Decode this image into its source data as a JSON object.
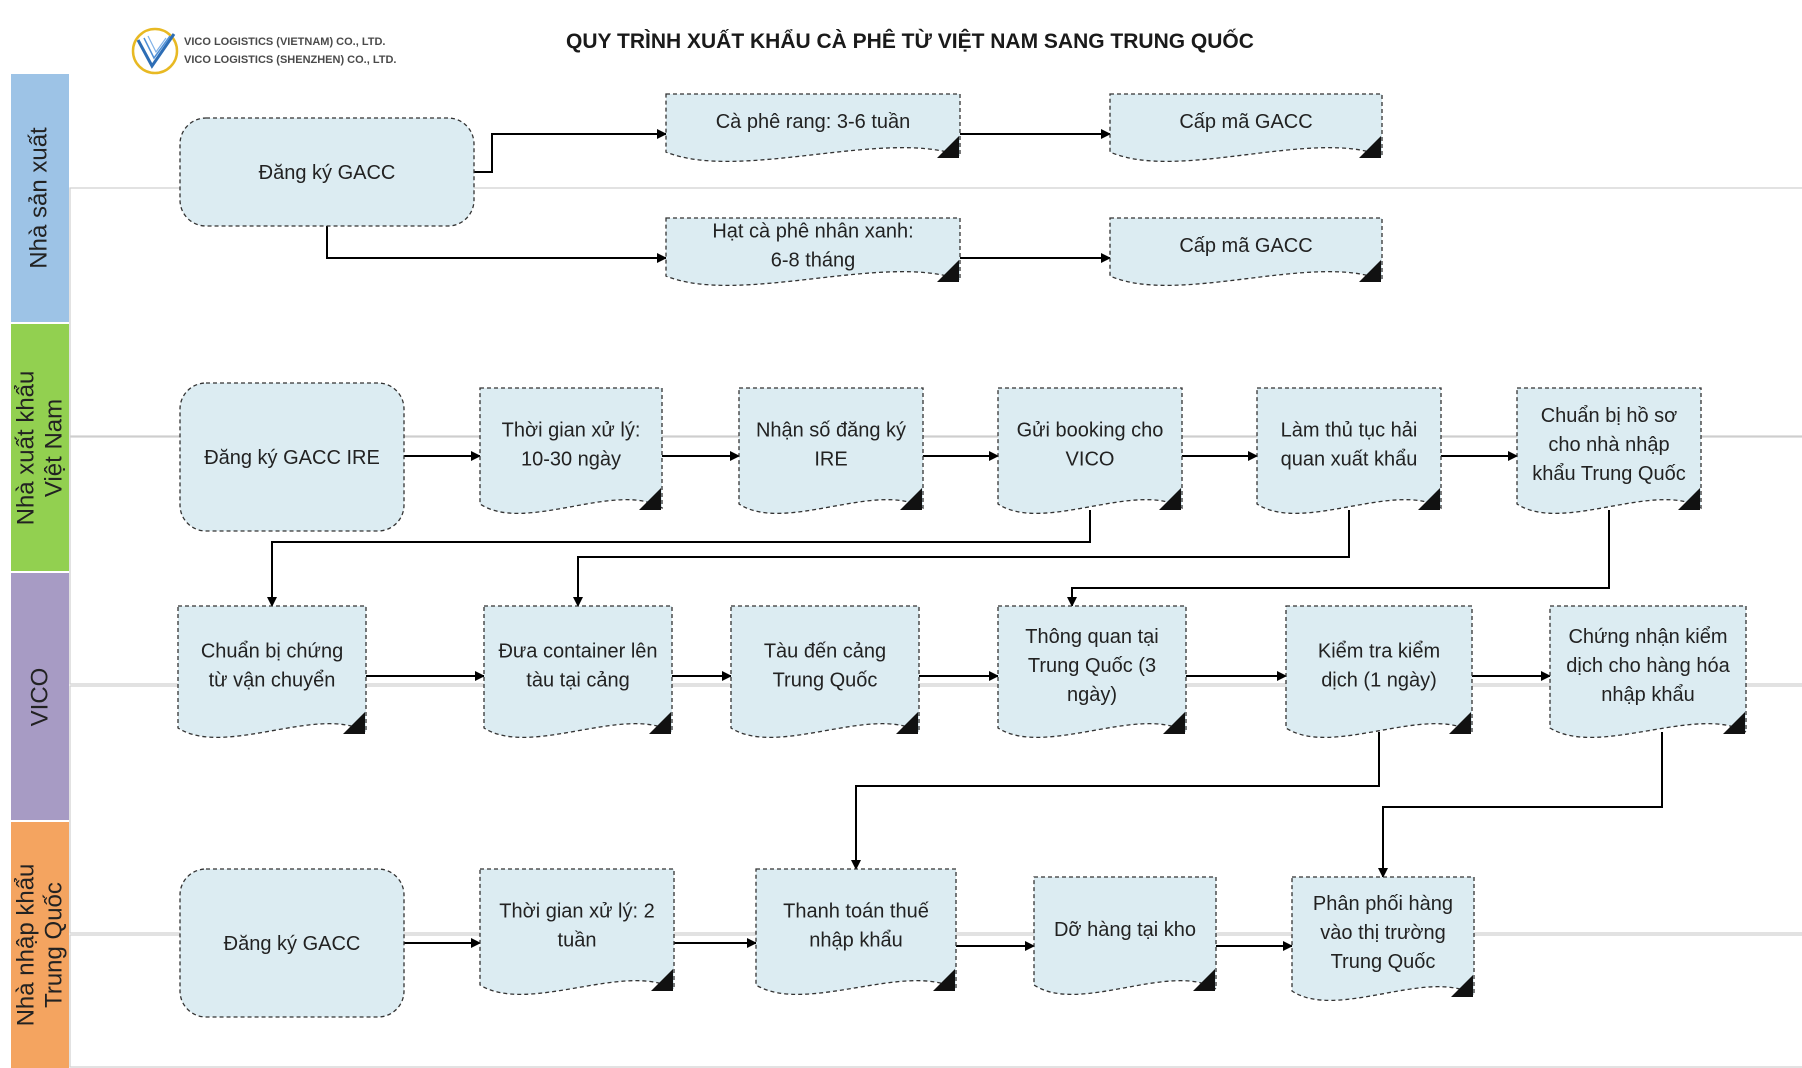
{
  "header": {
    "title": "QUY TRÌNH XUẤT KHẨU CÀ PHÊ TỪ VIỆT NAM SANG TRUNG QUỐC",
    "logo_line1": "VICO LOGISTICS (VIETNAM) CO., LTD.",
    "logo_line2": "VICO LOGISTICS (SHENZHEN) CO., LTD."
  },
  "colors": {
    "node_fill": "#dcecf2",
    "node_stroke": "#333333",
    "lane_border": "#cfcfcf",
    "lane_producer": "#9dc3e6",
    "lane_exporter": "#92d050",
    "lane_vico": "#a79bc4",
    "lane_importer": "#f4a460"
  },
  "lanes": [
    {
      "id": "producer",
      "label": "Nhà sản xuất",
      "color": "#9dc3e6"
    },
    {
      "id": "exporter",
      "label": "Nhà xuất khẩu\nViệt Nam",
      "color": "#92d050"
    },
    {
      "id": "vico",
      "label": "VICO",
      "color": "#a79bc4"
    },
    {
      "id": "importer",
      "label": "Nhà nhập khẩu\nTrung Quốc",
      "color": "#f4a460"
    }
  ],
  "nodes": [
    {
      "id": "p_reg",
      "lane": "producer",
      "shape": "process",
      "lines": [
        "Đăng ký GACC"
      ]
    },
    {
      "id": "p_roast",
      "lane": "producer",
      "shape": "document",
      "lines": [
        "Cà phê rang: 3-6 tuần"
      ]
    },
    {
      "id": "p_code1",
      "lane": "producer",
      "shape": "document",
      "lines": [
        "Cấp mã GACC"
      ]
    },
    {
      "id": "p_green",
      "lane": "producer",
      "shape": "document",
      "lines": [
        "Hạt cà phê nhân xanh:",
        "6-8 tháng"
      ]
    },
    {
      "id": "p_code2",
      "lane": "producer",
      "shape": "document",
      "lines": [
        "Cấp mã GACC"
      ]
    },
    {
      "id": "e_reg",
      "lane": "exporter",
      "shape": "process",
      "lines": [
        "Đăng ký GACC IRE"
      ]
    },
    {
      "id": "e_time",
      "lane": "exporter",
      "shape": "document",
      "lines": [
        "Thời gian xử lý:",
        "10-30 ngày"
      ]
    },
    {
      "id": "e_ire",
      "lane": "exporter",
      "shape": "document",
      "lines": [
        "Nhận số đăng ký",
        "IRE"
      ]
    },
    {
      "id": "e_booking",
      "lane": "exporter",
      "shape": "document",
      "lines": [
        "Gửi booking cho",
        "VICO"
      ]
    },
    {
      "id": "e_customs",
      "lane": "exporter",
      "shape": "document",
      "lines": [
        "Làm thủ tục hải",
        "quan xuất khẩu"
      ]
    },
    {
      "id": "e_docs",
      "lane": "exporter",
      "shape": "document",
      "lines": [
        "Chuẩn bị hồ sơ",
        "cho nhà nhập",
        "khẩu Trung Quốc"
      ]
    },
    {
      "id": "v_docs",
      "lane": "vico",
      "shape": "document",
      "lines": [
        "Chuẩn bị chứng",
        "từ vận chuyển"
      ]
    },
    {
      "id": "v_load",
      "lane": "vico",
      "shape": "document",
      "lines": [
        "Đưa container lên",
        "tàu tại cảng"
      ]
    },
    {
      "id": "v_ship",
      "lane": "vico",
      "shape": "document",
      "lines": [
        "Tàu đến cảng",
        "Trung Quốc"
      ]
    },
    {
      "id": "v_clear",
      "lane": "vico",
      "shape": "document",
      "lines": [
        "Thông quan tại",
        "Trung Quốc (3",
        "ngày)"
      ]
    },
    {
      "id": "v_inspect",
      "lane": "vico",
      "shape": "document",
      "lines": [
        "Kiểm tra kiểm",
        "dịch (1 ngày)"
      ]
    },
    {
      "id": "v_cert",
      "lane": "vico",
      "shape": "document",
      "lines": [
        "Chứng nhận kiểm",
        "dịch cho hàng hóa",
        "nhập khẩu"
      ]
    },
    {
      "id": "i_reg",
      "lane": "importer",
      "shape": "process",
      "lines": [
        "Đăng ký GACC"
      ]
    },
    {
      "id": "i_time",
      "lane": "importer",
      "shape": "document",
      "lines": [
        "Thời gian xử lý: 2",
        "tuần"
      ]
    },
    {
      "id": "i_tax",
      "lane": "importer",
      "shape": "document",
      "lines": [
        "Thanh toán thuế",
        "nhập khẩu"
      ]
    },
    {
      "id": "i_unload",
      "lane": "importer",
      "shape": "document",
      "lines": [
        "Dỡ hàng tại kho"
      ]
    },
    {
      "id": "i_dist",
      "lane": "importer",
      "shape": "document",
      "lines": [
        "Phân phối hàng",
        "vào thị trường",
        "Trung Quốc"
      ]
    }
  ],
  "edges": [
    {
      "from": "p_reg",
      "to": "p_roast"
    },
    {
      "from": "p_roast",
      "to": "p_code1"
    },
    {
      "from": "p_reg",
      "to": "p_green"
    },
    {
      "from": "p_green",
      "to": "p_code2"
    },
    {
      "from": "e_reg",
      "to": "e_time"
    },
    {
      "from": "e_time",
      "to": "e_ire"
    },
    {
      "from": "e_ire",
      "to": "e_booking"
    },
    {
      "from": "e_booking",
      "to": "e_customs"
    },
    {
      "from": "e_customs",
      "to": "e_docs"
    },
    {
      "from": "e_booking",
      "to": "v_docs"
    },
    {
      "from": "e_customs",
      "to": "v_load"
    },
    {
      "from": "e_docs",
      "to": "v_clear"
    },
    {
      "from": "v_docs",
      "to": "v_load"
    },
    {
      "from": "v_load",
      "to": "v_ship"
    },
    {
      "from": "v_ship",
      "to": "v_clear"
    },
    {
      "from": "v_clear",
      "to": "v_inspect"
    },
    {
      "from": "v_inspect",
      "to": "v_cert"
    },
    {
      "from": "v_inspect",
      "to": "i_tax"
    },
    {
      "from": "v_cert",
      "to": "i_dist"
    },
    {
      "from": "i_reg",
      "to": "i_time"
    },
    {
      "from": "i_time",
      "to": "i_tax"
    },
    {
      "from": "i_tax",
      "to": "i_unload"
    },
    {
      "from": "i_unload",
      "to": "i_dist"
    }
  ]
}
